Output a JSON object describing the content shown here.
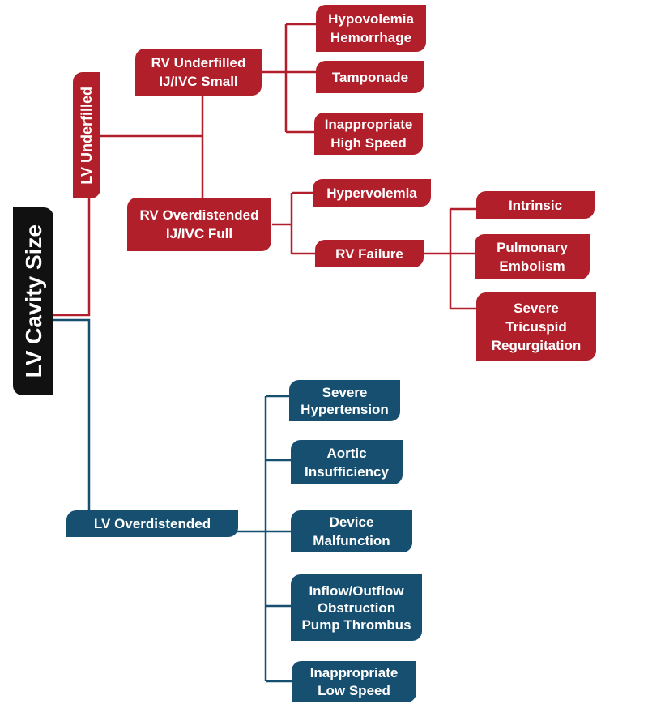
{
  "colors": {
    "red": "#b11f2b",
    "blue": "#164f70",
    "root": "#111111"
  },
  "root": {
    "label": "LV Cavity Size"
  },
  "underfilled": {
    "label": "LV Underfilled",
    "rv_underfilled": {
      "line1": "RV Underfilled",
      "line2": "IJ/IVC Small",
      "causes": [
        {
          "line1": "Hypovolemia",
          "line2": "Hemorrhage"
        },
        {
          "line1": "Tamponade"
        },
        {
          "line1": "Inappropriate",
          "line2": "High Speed"
        }
      ]
    },
    "rv_overdistended": {
      "line1": "RV Overdistended",
      "line2": "IJ/IVC Full",
      "causes": [
        {
          "line1": "Hypervolemia"
        },
        {
          "line1": "RV Failure"
        }
      ],
      "rv_failure_causes": [
        {
          "line1": "Intrinsic"
        },
        {
          "line1": "Pulmonary",
          "line2": "Embolism"
        },
        {
          "line1": "Severe",
          "line2": "Tricuspid",
          "line3": "Regurgitation"
        }
      ]
    }
  },
  "overdistended": {
    "label": "LV Overdistended",
    "causes": [
      {
        "line1": "Severe",
        "line2": "Hypertension"
      },
      {
        "line1": "Aortic",
        "line2": "Insufficiency"
      },
      {
        "line1": "Device",
        "line2": "Malfunction"
      },
      {
        "line1": "Inflow/Outflow",
        "line2": "Obstruction",
        "line3": "Pump Thrombus"
      },
      {
        "line1": "Inappropriate",
        "line2": "Low Speed"
      }
    ]
  }
}
